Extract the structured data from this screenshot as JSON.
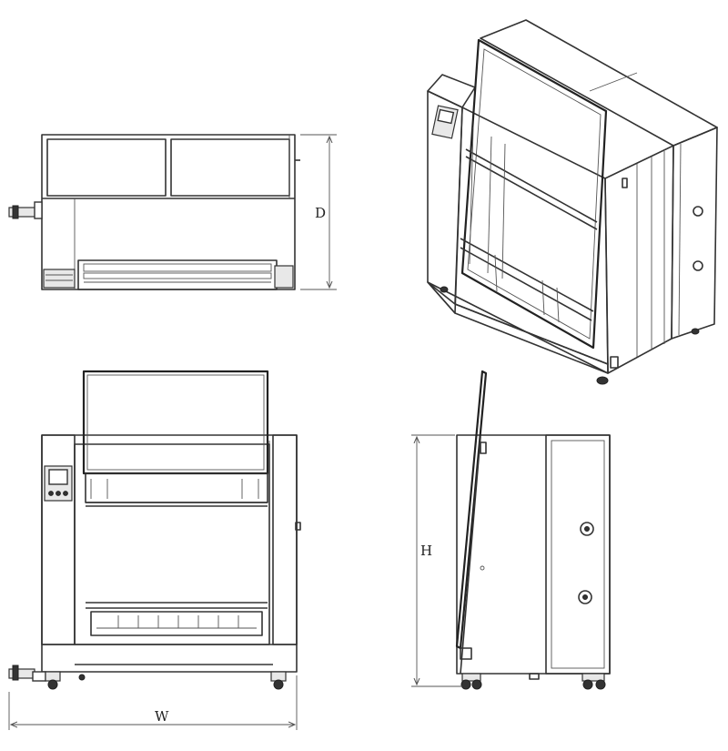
{
  "dimensions": {
    "depth_label": "D",
    "height_label": "H",
    "width_label": "W"
  },
  "views": [
    "top",
    "isometric",
    "front",
    "side"
  ]
}
